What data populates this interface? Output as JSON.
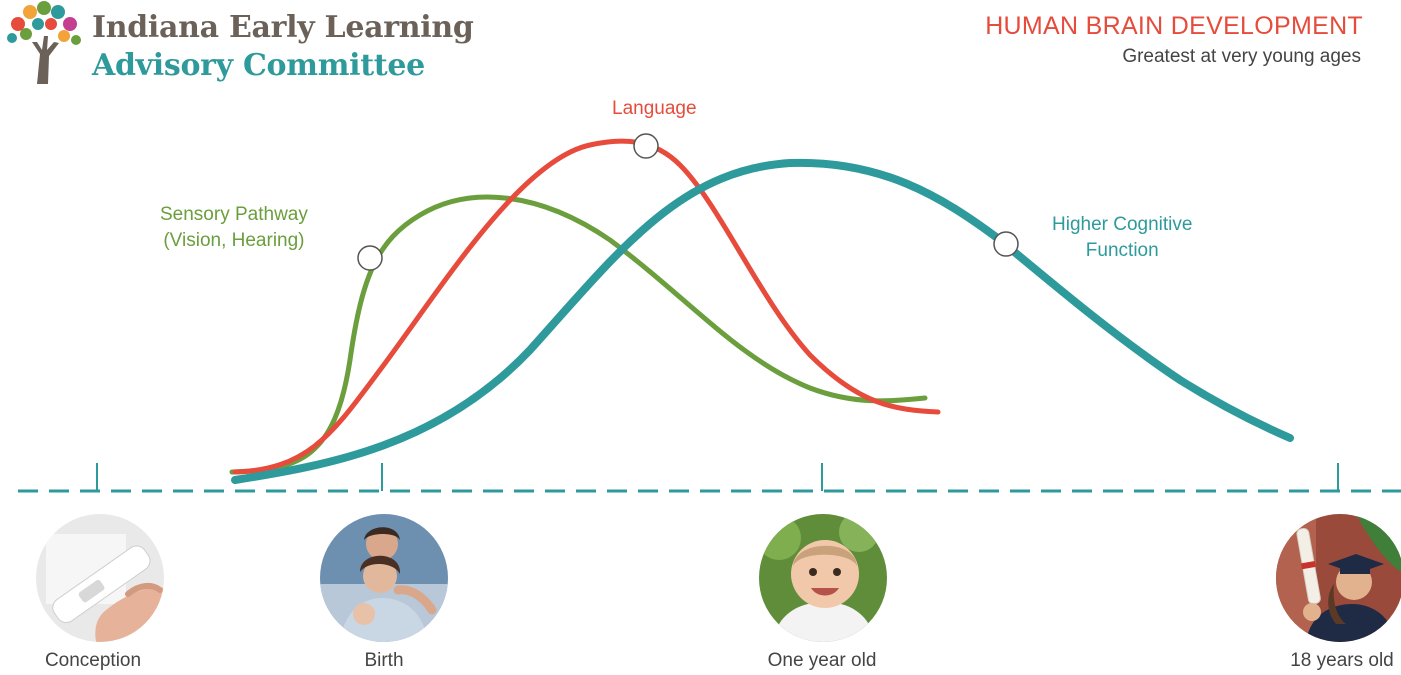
{
  "header": {
    "logo_line1": "Indiana Early Learning",
    "logo_line2": "Advisory Committee",
    "title": "HUMAN BRAIN DEVELOPMENT",
    "subtitle": "Greatest at very young ages"
  },
  "curves": {
    "language": {
      "label": "Language",
      "color": "#e64b3b"
    },
    "sensory": {
      "label_line1": "Sensory Pathway",
      "label_line2": "(Vision, Hearing)",
      "color": "#6b9e3c"
    },
    "cognitive": {
      "label_line1": "Higher Cognitive",
      "label_line2": "Function",
      "color": "#2e9a9c"
    }
  },
  "timeline": {
    "color": "#2e9a9c",
    "milestones": [
      {
        "label": "Conception",
        "icon": "pregnancy-test-photo"
      },
      {
        "label": "Birth",
        "icon": "mother-newborn-photo"
      },
      {
        "label": "One year old",
        "icon": "baby-photo"
      },
      {
        "label": "18 years old",
        "icon": "graduate-photo"
      }
    ]
  },
  "logo": {
    "icon": "tree-icon",
    "colors": [
      "#e64b3b",
      "#f2a43a",
      "#6b9e3c",
      "#2e9a9c",
      "#c53f8f"
    ]
  }
}
